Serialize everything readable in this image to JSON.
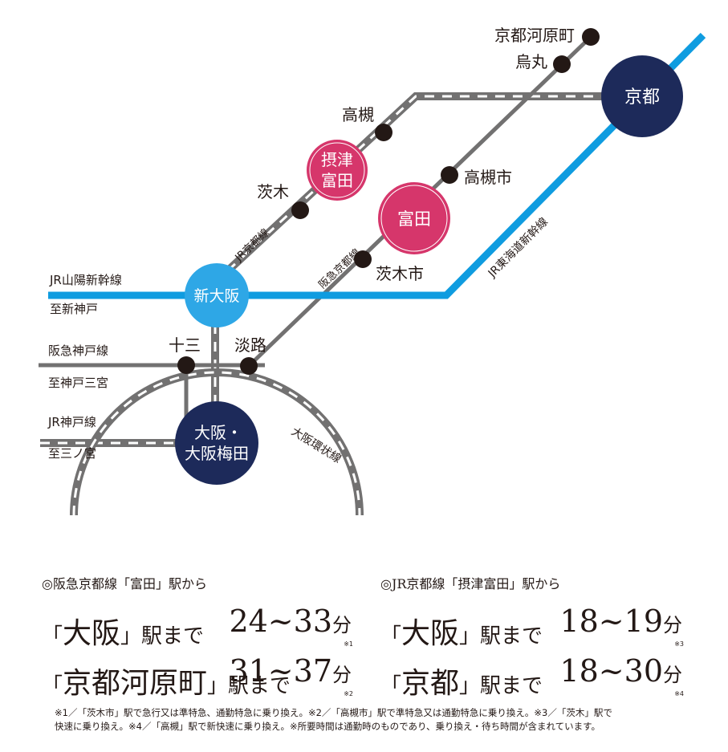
{
  "stations": {
    "kyoto": "京都",
    "kawaramachi": "京都河原町",
    "karasuma": "烏丸",
    "takatsuki": "高槻",
    "settsu_tonda_1": "摂津",
    "settsu_tonda_2": "富田",
    "tonda": "富田",
    "takatsukishi": "高槻市",
    "ibaraki": "茨木",
    "ibarakishi": "茨木市",
    "shin_osaka": "新大阪",
    "juso": "十三",
    "awaji": "淡路",
    "osaka_1": "大阪・",
    "osaka_2": "大阪梅田"
  },
  "lines": {
    "jr_kyoto": "JR京都線",
    "hankyu_kyoto": "阪急京都線",
    "tokaido_shinkansen": "JR東海道新幹線",
    "sanyo_shinkansen": "JR山陽新幹線",
    "sanyo_to": "至新神戸",
    "hankyu_kobe": "阪急神戸線",
    "hankyu_kobe_to": "至神戸三宮",
    "jr_kobe": "JR神戸線",
    "jr_kobe_to": "至三ノ宮",
    "loop": "大阪環状線"
  },
  "colors": {
    "shinkansen": "#0f9ce0",
    "rail": "#727171",
    "station_navy": "#1d2a5a",
    "station_pink": "#d6366b",
    "station_blue": "#2ea7e6",
    "dot": "#231815"
  },
  "access": {
    "left": {
      "from": "◎阪急京都線「富田」駅から",
      "routes": [
        {
          "dest": "大阪",
          "suffix": "駅まで",
          "time": "24~33",
          "unit": "分",
          "note": "※1"
        },
        {
          "dest": "京都河原町",
          "suffix": "駅まで",
          "time": "31~37",
          "unit": "分",
          "note": "※2"
        }
      ]
    },
    "right": {
      "from": "◎JR京都線「摂津富田」駅から",
      "routes": [
        {
          "dest": "大阪",
          "suffix": "駅まで",
          "time": "18~19",
          "unit": "分",
          "note": "※3"
        },
        {
          "dest": "京都",
          "suffix": "駅まで",
          "time": "18~30",
          "unit": "分",
          "note": "※4"
        }
      ]
    }
  },
  "footnote_1": "※1／「茨木市」駅で急行又は準特急、通勤特急に乗り換え。※2／「高槻市」駅で準特急又は通勤特急に乗り換え。※3／「茨木」駅で",
  "footnote_2": "快速に乗り換え。※4／「高槻」駅で新快速に乗り換え。※所要時間は通勤時のものであり、乗り換え・待ち時間が含まれています。"
}
